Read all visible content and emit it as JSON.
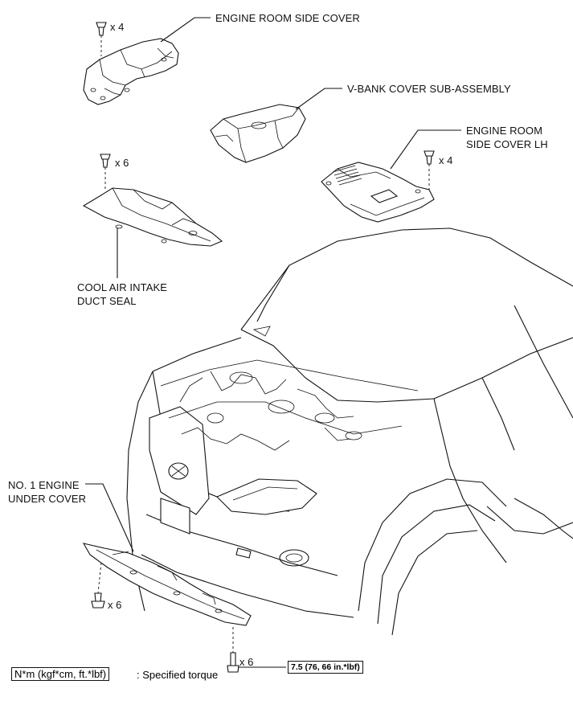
{
  "labels": {
    "engine_room_side_cover": "ENGINE ROOM SIDE COVER",
    "v_bank_cover": "V-BANK COVER SUB-ASSEMBLY",
    "engine_room_side_cover_lh": [
      "ENGINE ROOM",
      "SIDE COVER LH"
    ],
    "cool_air_intake": [
      "COOL AIR INTAKE",
      "DUCT SEAL"
    ],
    "no1_engine_under_cover": [
      "NO. 1 ENGINE",
      "UNDER COVER"
    ]
  },
  "quantities": {
    "side_cover_clips": "x 4",
    "intake_seal_clips": "x 6",
    "side_cover_lh_clips": "x 4",
    "under_cover_clips": "x 6",
    "under_cover_bolts": "x 6"
  },
  "torque_value": "7.5 (76, 66 in.*lbf)",
  "legend": {
    "symbol": "N*m (kgf*cm, ft.*lbf)",
    "description": ": Specified torque"
  }
}
